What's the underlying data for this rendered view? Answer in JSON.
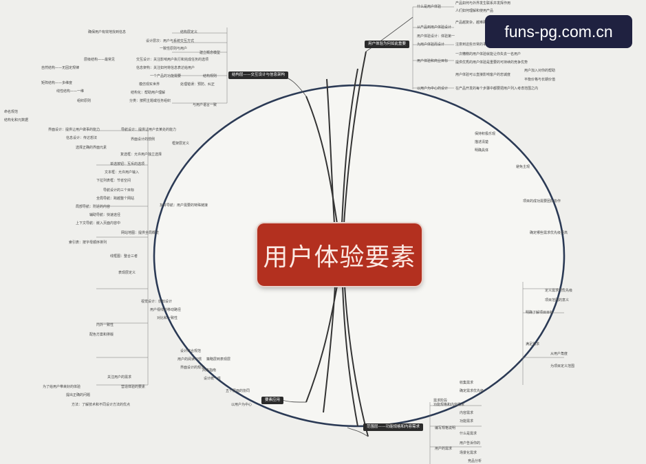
{
  "central": {
    "title": "用户体验要素"
  },
  "watermark": {
    "text": "funs-pg.com.cn"
  },
  "branches": {
    "top_right": "用户体验为何如此重要",
    "top_left": "结构层——交互设计与信息架构",
    "bottom_right": "范围层——功能规格和内容需求",
    "bottom_left": "要素应用"
  },
  "notes": {
    "tr": [
      "什么是用户体验",
      "产品如何与外界发生联系并发挥作用",
      "人们如何理解和使用产品",
      "从产品到用户体验设计",
      "产品越复杂，越难确定如何向用户提供良好的用户体验",
      "用户体验设计：体验第一",
      "为用户体验而设计",
      "注意到这些日常的事物",
      "用户体验和商业目标",
      "一次糟糕的用户体验就能让你失去一名用户",
      "提供优秀的用户体验是重要的可持续的竞争优势",
      "用户体验可以直接影响客户的忠诚度",
      "用户加入对你的帮助",
      "平衡价格与长期价值",
      "以用户为中心的设计",
      "在产品开发的每个步骤中都要把用户列入考虑范围之内"
    ],
    "tl": [
      "确保用户有效地找到信息",
      "结构层定义",
      "设计层次：用户与系统交互方式",
      "建立概念模型",
      "交互设计：关注影响用户执行和完成任务的选项",
      "信息架构：关注如何将信息表达给用户",
      "一个产品的功能需要",
      "一致性原则与用户",
      "模仿现实世界",
      "结构化：帮助用户理解",
      "处理错误：预防、纠正",
      "结构规则",
      "分类：按照主题或任务组织",
      "层级结构——最常见",
      "自然结构——无固定规律",
      "矩阵结构——多维度",
      "线性结构——一维",
      "组织原则",
      "与用户语言一致",
      "命名规范",
      "结构化和元数据"
    ],
    "ml": [
      "界面设计：提供让用户做事的能力",
      "导航设计：提供让用户去某处的能力",
      "信息设计：传达想法",
      "框架层定义",
      "界面设计的惯例",
      "选择正确的界面元素",
      "复选框：允许用户独立选择",
      "单选按钮：互斥的选项",
      "文本框：允许用户输入",
      "下拉列表框：节省空间",
      "导航设计的三个目标",
      "全局导航：跨越整个网站",
      "局部导航：附近的内容",
      "辅助导航：快速途径",
      "上下文导航：嵌入页面内容中",
      "友好导航：用户需要的特殊链接",
      "网站地图：提供全局概览",
      "索引表：按字母顺序排列",
      "线框图：整合三者"
    ],
    "bl": [
      "视觉设计：感知设计",
      "表现层定义",
      "用户视线的移动路径",
      "对比和一致性",
      "内外一致性",
      "配色方案和排版",
      "设计综合规范",
      "用户的阅读习惯",
      "界面设计的规范",
      "风格指南",
      "关注用户的需求",
      "设计统一性",
      "策略层到表现层",
      "五个层面的协同",
      "为了给用户带来好的体验",
      "营造体验的要素",
      "提出正确的问题",
      "以用户为中心",
      "方法：了解技术和不同设计方法的优点"
    ],
    "br": [
      "功能规格和内容需求",
      "需求阶段",
      "收集需求",
      "确定需求优先级",
      "内容需求",
      "功能需求",
      "编写规格说明",
      "什么是需求",
      "用户的需求",
      "用户告诉你的",
      "场景化需求",
      "竞品分析",
      "满足需求",
      "从用户角度",
      "为项目定义范围",
      "明确了解项目目标",
      "定义需求的优先级",
      "项目范围的意义",
      "保持积极乐观",
      "描述清楚",
      "明确具体",
      "避免主观",
      "项目的成功需要团队协作",
      "确定哪些需求优先级更高"
    ]
  }
}
